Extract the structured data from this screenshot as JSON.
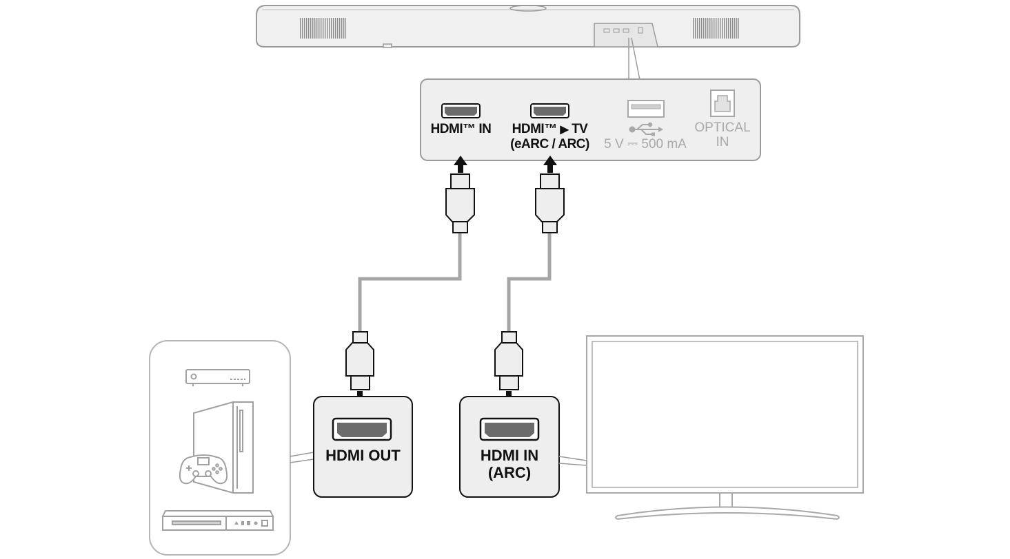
{
  "soundbar_panel": {
    "hdmi_in": "HDMI™ IN",
    "hdmi_tv_line1": "HDMI™",
    "hdmi_tv_line1b": "TV",
    "hdmi_tv_line2": "(eARC / ARC)",
    "usb_rating": "5 V ⎓ 500 mA",
    "optical_line1": "OPTICAL",
    "optical_line2": "IN"
  },
  "source_device": {
    "port_label": "HDMI OUT"
  },
  "tv_device": {
    "port_line1": "HDMI IN",
    "port_line2": "(ARC)"
  },
  "colors": {
    "outline": "#9a9a9a",
    "fill": "#eeeeee",
    "cable": "#a6a6a6",
    "dark": "#111111",
    "muted": "#a8a8a8"
  }
}
